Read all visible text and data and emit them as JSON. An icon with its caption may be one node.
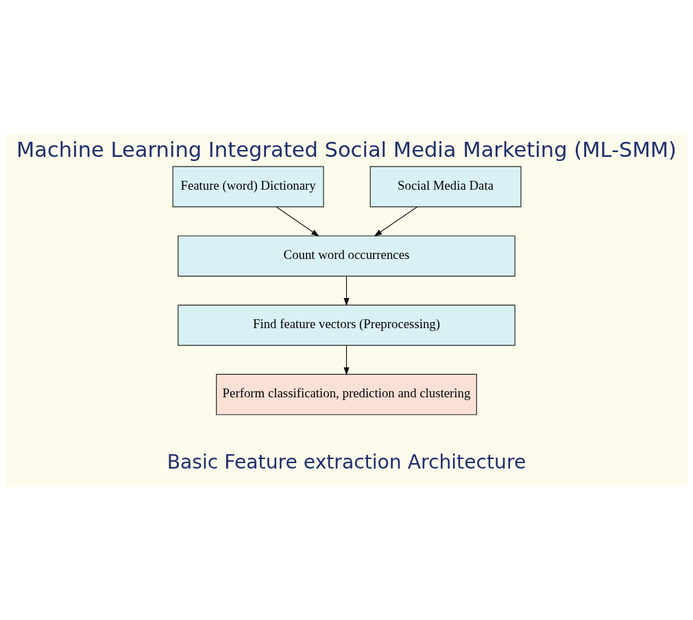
{
  "diagram": {
    "title": "Machine Learning Integrated Social Media Marketing (ML-SMM)",
    "caption": "Basic Feature extraction Architecture",
    "nodes": [
      {
        "text": [
          "Feature (word) Dictionary"
        ]
      },
      {
        "text": [
          "Social Media Data"
        ]
      },
      {
        "text": [
          "Count word occurrences"
        ]
      },
      {
        "text": [
          "Find feature vectors (Preprocessing)"
        ]
      },
      {
        "text": [
          "Perform classification, prediction and clustering"
        ]
      }
    ],
    "edges": [
      {
        "from": 0,
        "to": 2,
        "arrow": "to"
      },
      {
        "from": 1,
        "to": 2,
        "arrow": "to"
      },
      {
        "from": 2,
        "to": 3,
        "arrow": "to"
      },
      {
        "from": 3,
        "to": 4,
        "arrow": "to"
      }
    ]
  }
}
